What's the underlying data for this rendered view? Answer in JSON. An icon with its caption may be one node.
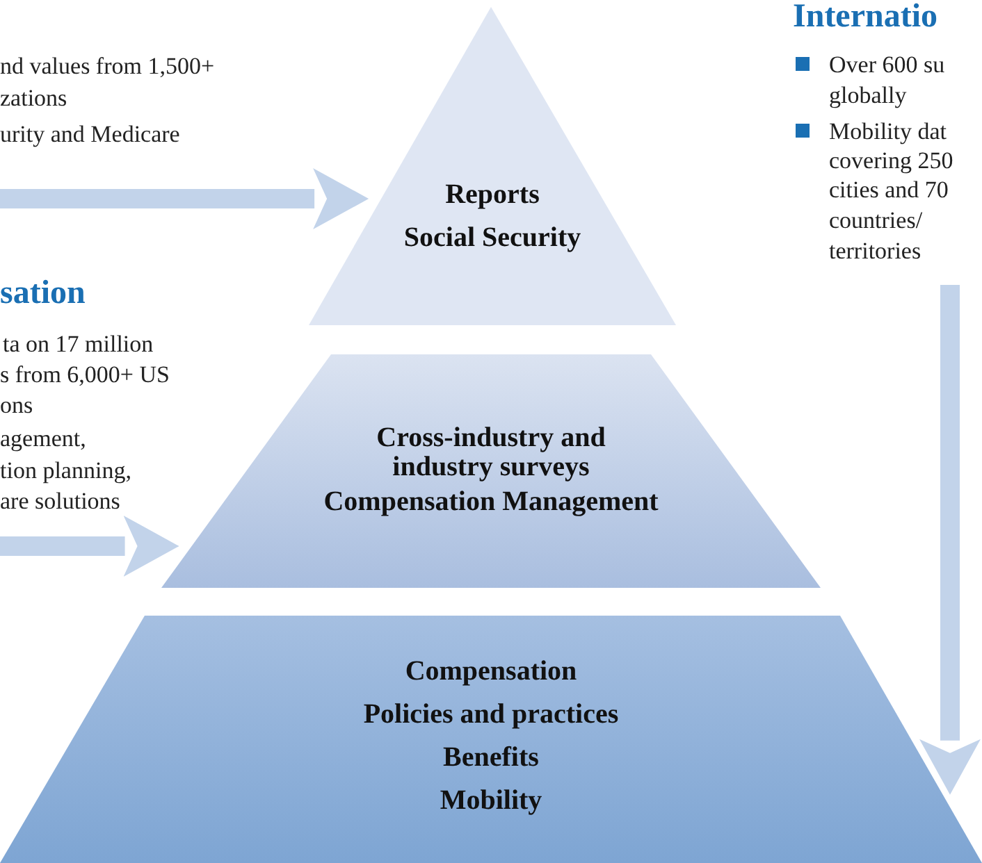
{
  "diagram": {
    "nodes": [
      {
        "text": [
          "Reports",
          "Social Security"
        ]
      },
      {
        "text": [
          "Cross-industry and industry surveys",
          "Compensation Management"
        ]
      },
      {
        "text": [
          "Compensation",
          "Policies and practices",
          "Benefits",
          "Mobility"
        ]
      }
    ],
    "edges": [
      {
        "from": null,
        "to": 0,
        "arrow": "to"
      },
      {
        "from": null,
        "to": 1,
        "arrow": "to"
      },
      {
        "from": null,
        "to": 2,
        "arrow": "to"
      }
    ],
    "labels": [
      "nd values from 1,500+",
      "zations",
      "urity and Medicare",
      "sation",
      "ta on 17 million",
      "s from 6,000+ US",
      "ons",
      "agement,",
      "tion planning,",
      "are solutions",
      "Internatio",
      "Over 600 su",
      "globally",
      "Mobility dat",
      "covering 250",
      "cities and 70",
      "countries/",
      "territories"
    ]
  }
}
